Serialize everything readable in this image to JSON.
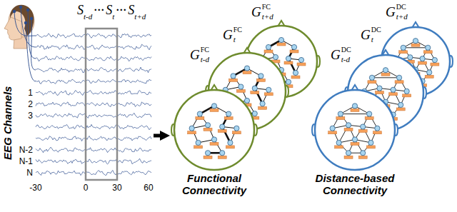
{
  "diagram": {
    "nodes": [
      {
        "text": [
          "EEG Channels"
        ]
      },
      {
        "text": [
          "G",
          "FC",
          "t-d"
        ]
      },
      {
        "text": [
          "G",
          "FC",
          "t"
        ]
      },
      {
        "text": [
          "G",
          "FC",
          "t+d"
        ]
      },
      {
        "text": [
          "G",
          "DC",
          "t-d"
        ]
      },
      {
        "text": [
          "G",
          "DC",
          "t"
        ]
      },
      {
        "text": [
          "G",
          "DC",
          "t+d"
        ]
      }
    ],
    "edges": [
      {
        "from": 0,
        "to": 1,
        "arrow": "to"
      }
    ],
    "labels": [
      "S",
      "t-d",
      "···",
      "S",
      "t",
      "···",
      "S",
      "t+d",
      "1",
      "2",
      "3",
      "N-2",
      "N-1",
      "N",
      "-30",
      "0",
      "30",
      "60",
      "Functional Connectivity",
      "Distance-based Connectivity"
    ]
  }
}
